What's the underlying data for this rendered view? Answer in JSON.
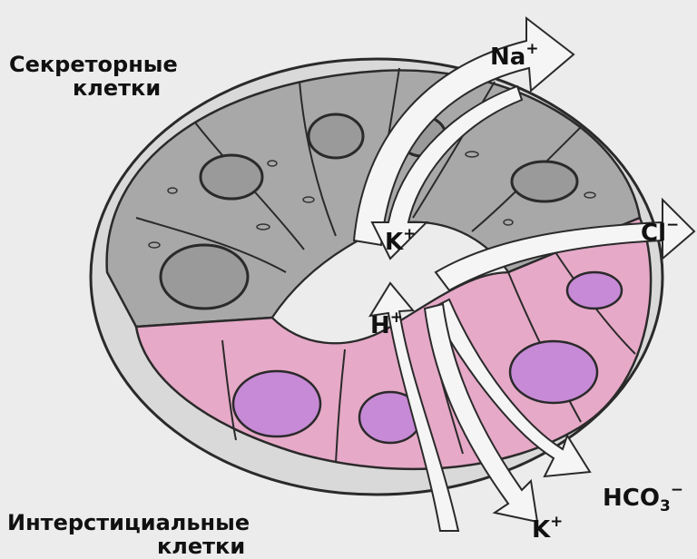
{
  "labels": {
    "secretory_line1": "Секреторные",
    "secretory_line2": "клетки",
    "interstitial_line1": "Интерстициальные",
    "interstitial_line2": "клетки"
  },
  "ions": {
    "na": {
      "base": "Na",
      "sup": "+"
    },
    "k_in": {
      "base": "K",
      "sup": "+"
    },
    "cl": {
      "base": "Cl",
      "sup": "−"
    },
    "h": {
      "base": "H",
      "sup": "+"
    },
    "k_out": {
      "base": "K",
      "sup": "+"
    },
    "hco3": {
      "base": "HCO",
      "sub": "3",
      "sup": "−"
    }
  },
  "colors": {
    "background": "#ececec",
    "secretory_cells": "#a8a8a8",
    "interstitial_cells": "#e6a9c7",
    "interstitial_inclusions": "#c78ad6",
    "arrows": "#f5f5f5",
    "outline": "#2a2a2a"
  }
}
